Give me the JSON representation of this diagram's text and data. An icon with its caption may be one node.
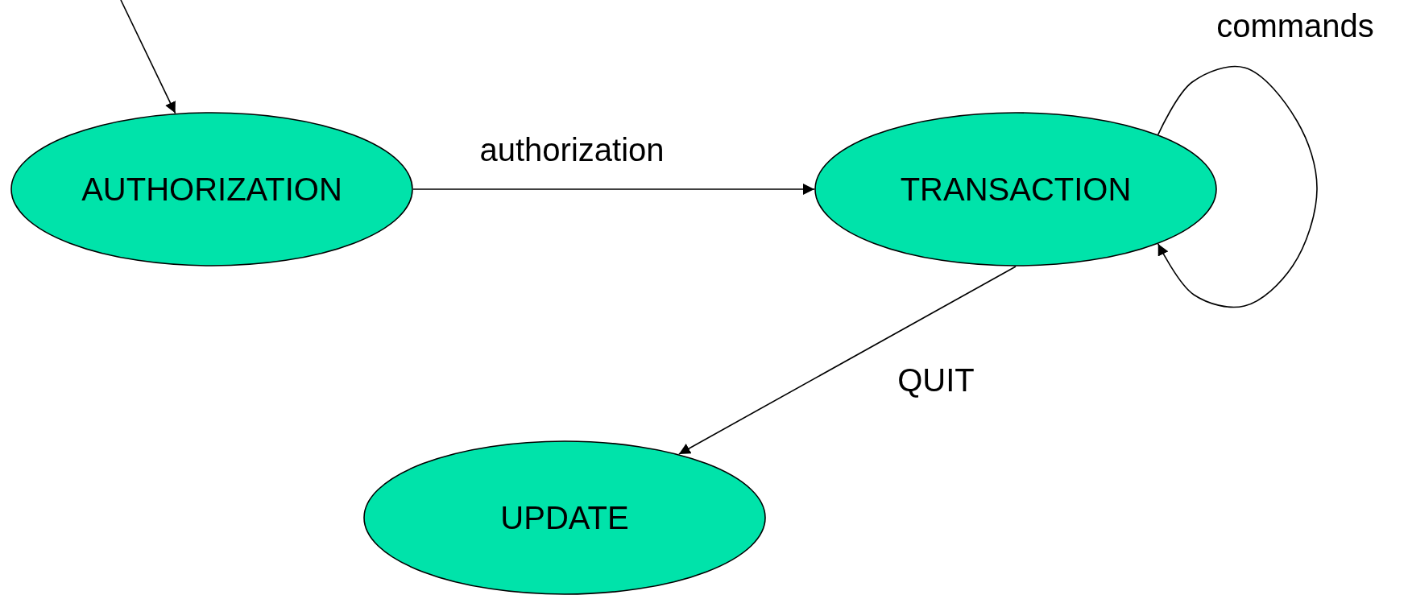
{
  "diagram": {
    "nodes": [
      {
        "text": [
          "AUTHORIZATION"
        ]
      },
      {
        "text": [
          "TRANSACTION"
        ]
      },
      {
        "text": [
          "UPDATE"
        ]
      }
    ],
    "edges": [
      {
        "from": null,
        "to": 0,
        "arrow": "to"
      },
      {
        "from": 0,
        "to": 1,
        "arrow": "to",
        "label": "authorization"
      },
      {
        "from": 1,
        "to": 1,
        "arrow": "to",
        "label": "commands"
      },
      {
        "from": 1,
        "to": 2,
        "arrow": "to",
        "label": "QUIT"
      }
    ]
  }
}
